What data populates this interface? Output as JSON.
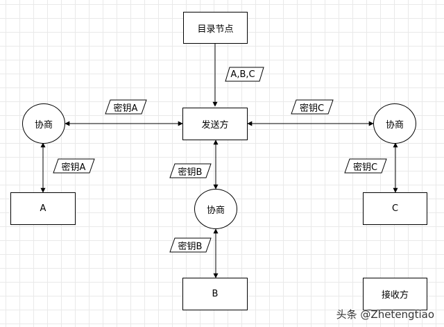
{
  "nodes": {
    "directory": "目录节点",
    "sender": "发送方",
    "negotiate_left": "协商",
    "negotiate_right": "协商",
    "negotiate_center": "协商",
    "a": "A",
    "b": "B",
    "c": "C",
    "receiver": "接收方"
  },
  "labels": {
    "abc": "A,B,C",
    "key_a_top": "密钥A",
    "key_a_side": "密钥A",
    "key_c_top": "密钥C",
    "key_c_side": "密钥C",
    "key_b_upper": "密钥B",
    "key_b_lower": "密钥B"
  },
  "watermark": "头条 @Zhetengtiao"
}
